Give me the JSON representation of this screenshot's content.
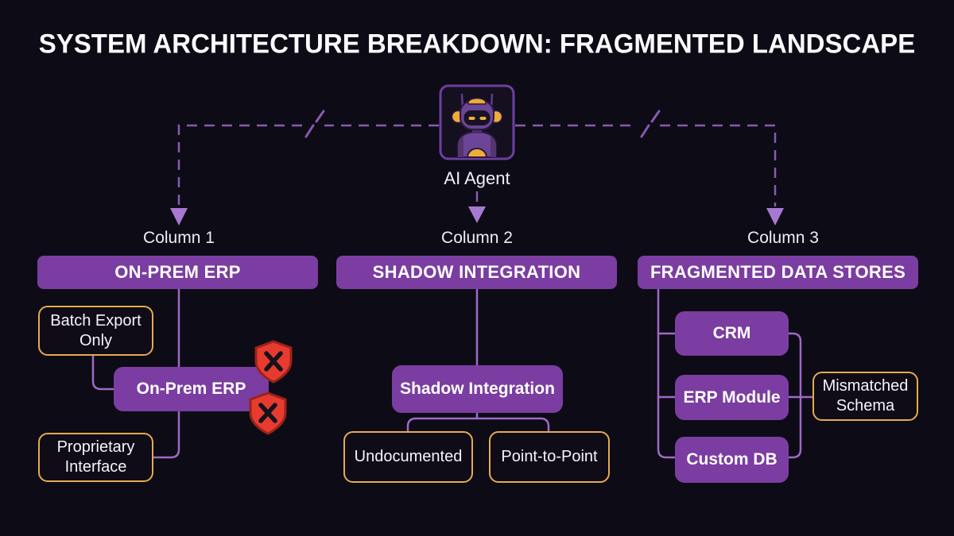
{
  "title": "SYSTEM ARCHITECTURE BREAKDOWN: FRAGMENTED LANDSCAPE",
  "agent": {
    "label": "AI Agent",
    "icon": "robot-icon"
  },
  "columns": [
    {
      "label": "Column 1",
      "header": "ON-PREM ERP",
      "nodes": {
        "constraint_top": "Batch Export Only",
        "system": "On-Prem ERP",
        "constraint_bottom": "Proprietary Interface"
      },
      "badges": [
        "shield-x-icon",
        "shield-x-icon"
      ]
    },
    {
      "label": "Column 2",
      "header": "SHADOW INTEGRATION",
      "nodes": {
        "system": "Shadow Integration",
        "issue_left": "Undocumented",
        "issue_right": "Point-to-Point"
      }
    },
    {
      "label": "Column 3",
      "header": "FRAGMENTED DATA STORES",
      "nodes": {
        "store_1": "CRM",
        "store_2": "ERP Module",
        "store_3": "Custom DB",
        "issue": "Mismatched Schema"
      }
    }
  ],
  "icons": {
    "agent": "robot-icon",
    "blocked": "shield-x-icon",
    "break": "broken-link-slash"
  },
  "colors": {
    "background": "#0d0b15",
    "purple_fill": "#7b3da1",
    "connector": "#9d6ac6",
    "dashed_line": "#8a58b4",
    "arrow": "#a678d2",
    "orange_border": "#e5ab4e",
    "shield_red": "#e73b30",
    "robot_purple": "#6d4596",
    "robot_yellow": "#f0ac38",
    "text": "#f5f3f8"
  }
}
